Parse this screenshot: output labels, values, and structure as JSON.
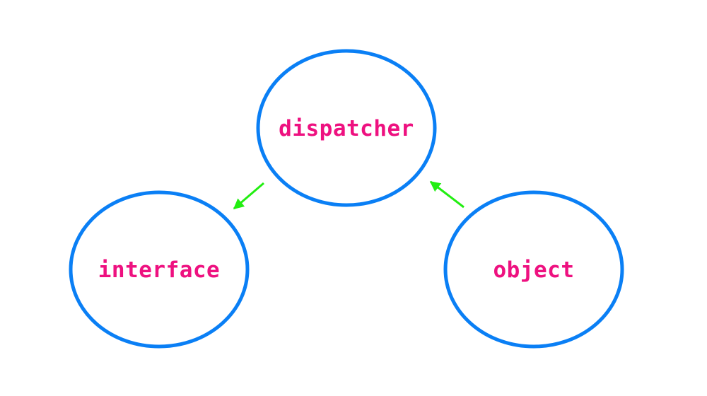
{
  "colors": {
    "node_stroke": "#0a7ff5",
    "label_text": "#ee1180",
    "edge": "#22ee11"
  },
  "nodes": {
    "dispatcher": {
      "label": "dispatcher"
    },
    "interface": {
      "label": "interface"
    },
    "object": {
      "label": "object"
    }
  },
  "edges": [
    {
      "from": "dispatcher",
      "to": "interface"
    },
    {
      "from": "object",
      "to": "dispatcher"
    }
  ]
}
